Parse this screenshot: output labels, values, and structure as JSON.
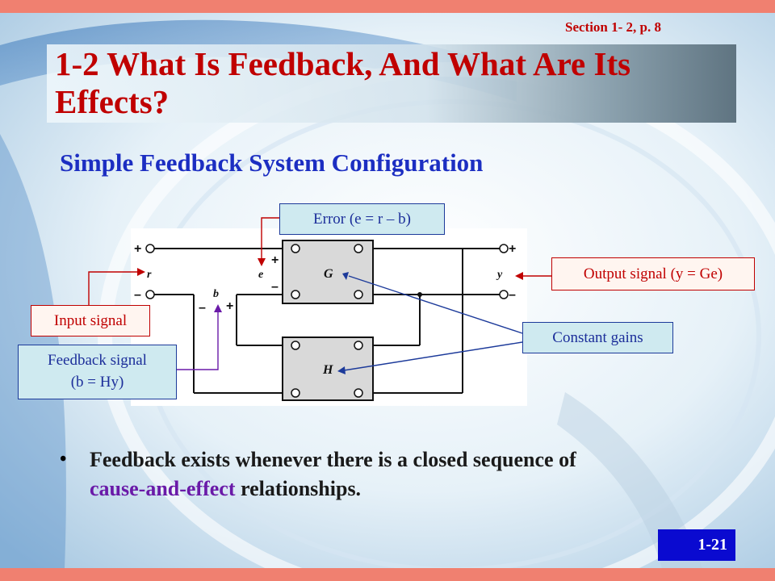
{
  "section_ref": "Section 1- 2, p. 8",
  "title": "1-2 What Is Feedback, And What Are Its Effects?",
  "subtitle": "Simple Feedback System Configuration",
  "callouts": {
    "error": "Error (e = r – b)",
    "output": "Output signal (y = Ge)",
    "input": "Input signal",
    "feedback_line1": "Feedback signal",
    "feedback_line2": "(b = Hy)",
    "gains": "Constant gains"
  },
  "diagram": {
    "block_g": "G",
    "block_h": "H",
    "label_r": "r",
    "label_e": "e",
    "label_b": "b",
    "label_y": "y",
    "plus": "+",
    "minus": "–"
  },
  "bullet": {
    "part1": "Feedback exists whenever there is a closed sequence of",
    "highlight": "cause-and-effect",
    "part2": " relationships."
  },
  "slide_number": "1-21",
  "colors": {
    "accent_red": "#c00000",
    "subtitle_blue": "#1c2ec2",
    "highlight_purple": "#6a1aa8",
    "slide_number_bg": "#0a0ad0",
    "top_bottom_bars": "#f08070"
  }
}
